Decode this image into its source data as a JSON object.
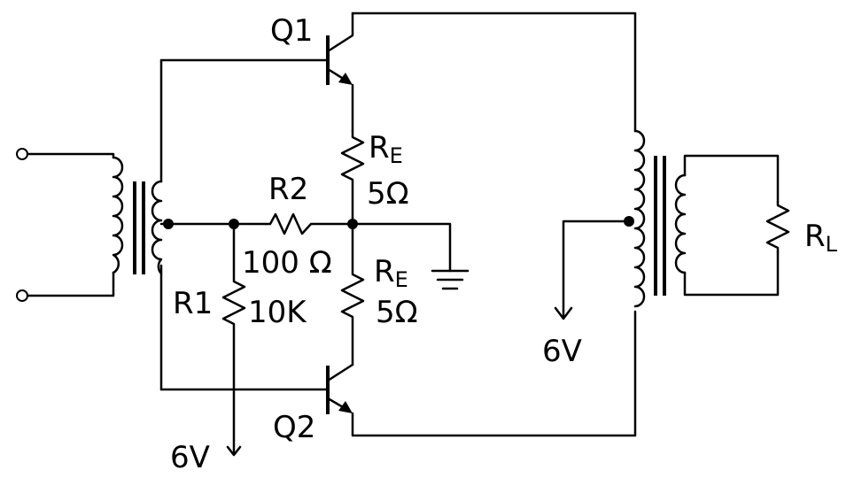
{
  "transistors": {
    "q1": {
      "label": "Q1"
    },
    "q2": {
      "label": "Q2"
    }
  },
  "resistors": {
    "re_top": {
      "name": "R",
      "sub": "E",
      "value": "5Ω"
    },
    "re_bottom": {
      "name": "R",
      "sub": "E",
      "value": "5Ω"
    },
    "r2": {
      "name": "R2",
      "value": "100 Ω"
    },
    "r1": {
      "name": "R1",
      "value": "10K"
    },
    "rl": {
      "name": "R",
      "sub": "L"
    }
  },
  "supplies": {
    "center_tap": "6V",
    "bias": "6V"
  }
}
